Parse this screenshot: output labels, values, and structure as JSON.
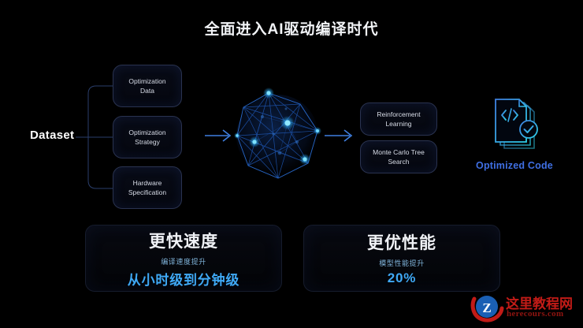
{
  "slide": {
    "title": "全面进入AI驱动编译时代",
    "background_color": "#000000"
  },
  "pipeline": {
    "source_label": "Dataset",
    "input_boxes": [
      {
        "line1": "Optimization",
        "line2": "Data"
      },
      {
        "line1": "Optimization",
        "line2": "Strategy"
      },
      {
        "line1": "Hardware",
        "line2": "Specification"
      }
    ],
    "center_graph": {
      "name": "neural-network-sphere",
      "node_color": "#2fb4ff",
      "edge_color": "#1f5fd0"
    },
    "method_boxes": [
      {
        "line1": "Reinforcement",
        "line2": "Learning"
      },
      {
        "line1": "Monte Carlo Tree",
        "line2": "Search"
      }
    ],
    "output": {
      "icon": "code-document-check-icon",
      "label": "Optimized Code",
      "label_color": "#3f6fe3"
    },
    "arrow_color": "#3f7fe0"
  },
  "stat_cards": [
    {
      "heading": "更快速度",
      "subtitle": "编译速度提升",
      "value": "从小时级到分钟级",
      "accent_color": "#3fa9f5"
    },
    {
      "heading": "更优性能",
      "subtitle": "模型性能提升",
      "value": "20%",
      "accent_color": "#3fa9f5"
    }
  ],
  "watermark": {
    "cn": "这里教程网",
    "en": "herecours.com",
    "logo_letter": "Z",
    "logo_color": "#1a5fb4",
    "text_color": "#c21b17"
  }
}
